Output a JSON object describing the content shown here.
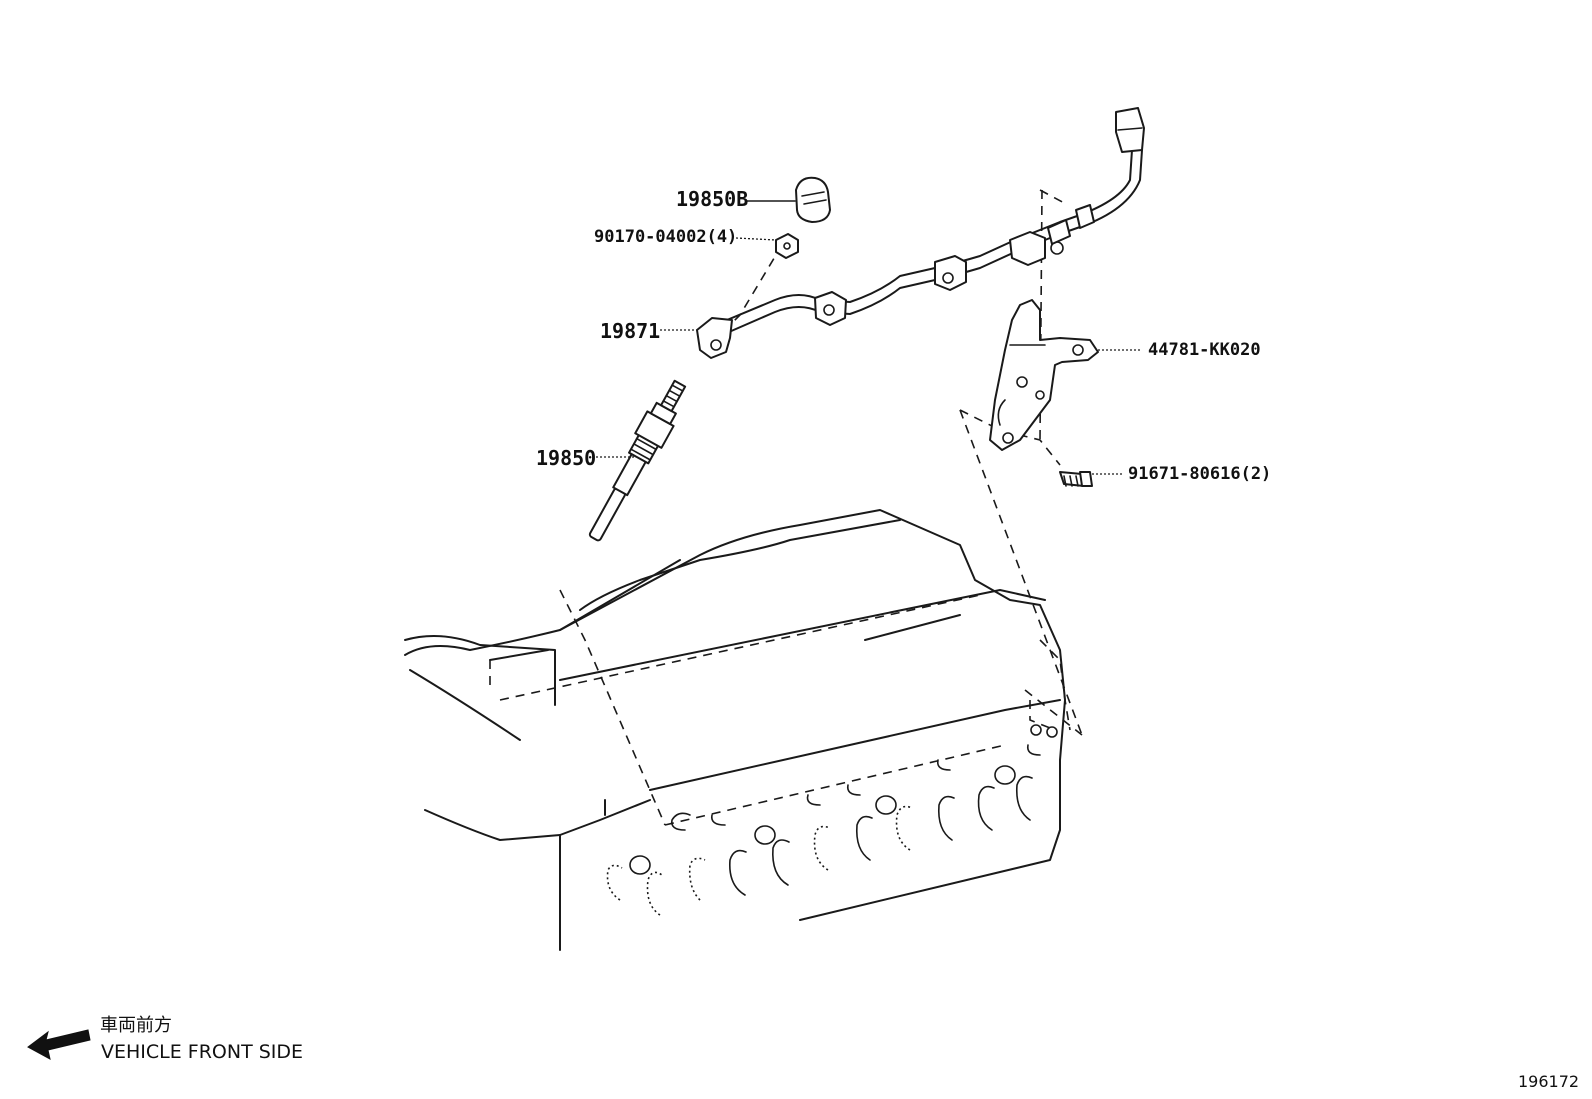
{
  "parts": [
    {
      "number": "19850B"
    },
    {
      "number": "90170-04002(4)"
    },
    {
      "number": "19871"
    },
    {
      "number": "19850"
    },
    {
      "number": "44781-KK020"
    },
    {
      "number": "91671-80616(2)"
    }
  ],
  "legend": {
    "japanese": "車両前方",
    "english": "VEHICLE FRONT SIDE"
  },
  "illustration_id": "196172"
}
